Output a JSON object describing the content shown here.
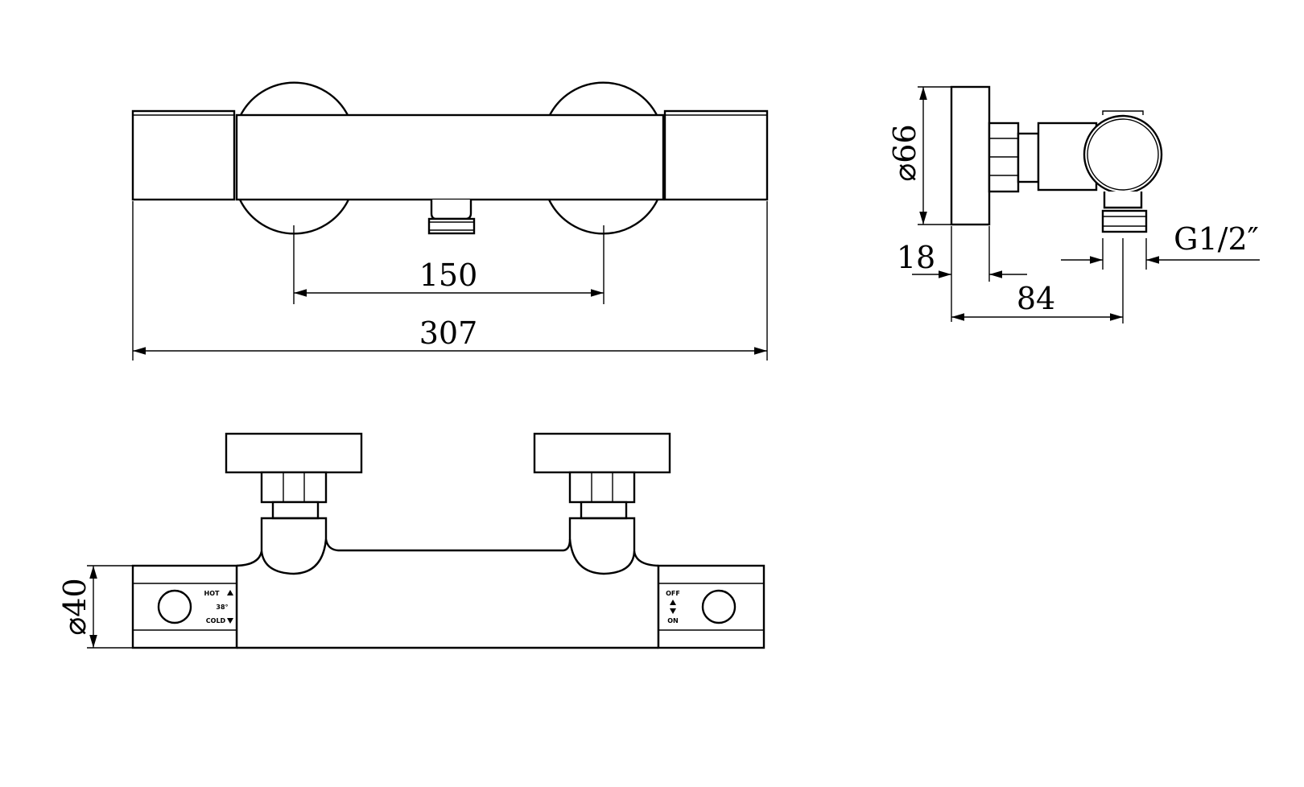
{
  "dimensions": {
    "handle_spacing": "150",
    "overall_length": "307",
    "wall_plate_diameter": "⌀66",
    "plate_thickness": "18",
    "projection": "84",
    "thread": "G1/2″",
    "body_diameter": "⌀40"
  },
  "labels": {
    "hot": "HOT",
    "temp": "38°",
    "cold": "COLD",
    "off": "OFF",
    "on": "ON"
  }
}
